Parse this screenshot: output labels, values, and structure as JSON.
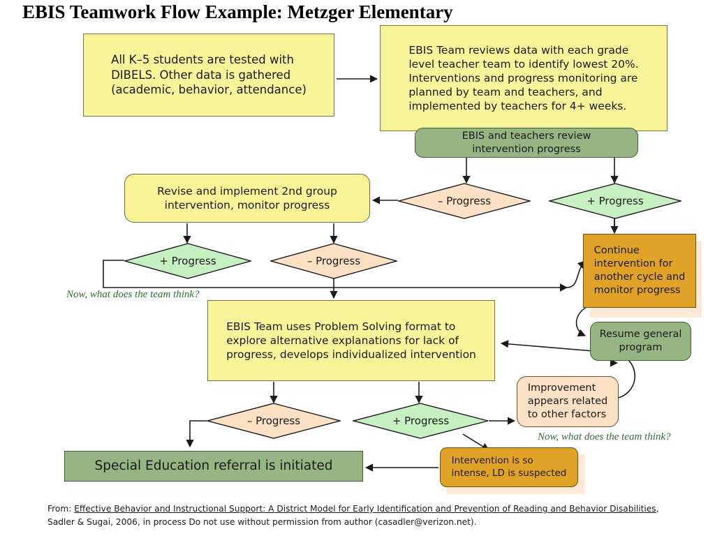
{
  "title": "EBIS Teamwork Flow Example: Metzger Elementary",
  "palette": {
    "yellow_fill": "#F7F49A",
    "green_fill": "#97B583",
    "gold_fill": "#E0A328",
    "peach_fill": "#FBE0C4",
    "mint_fill": "#C6F0C2",
    "annotation_green": "#2F6B33",
    "outline": "#333333"
  },
  "nodes": {
    "screening": {
      "label": "All K–5 students are tested with\nDIBELS. Other data is gathered\n(academic, behavior, attendance)",
      "shape": "rectangle",
      "color": "yellow"
    },
    "team_review": {
      "label": "EBIS Team reviews data with each grade\nlevel teacher team to identify lowest 20%.\nInterventions and progress monitoring are\nplanned by team and teachers, and\nimplemented by teachers for 4+ weeks.",
      "shape": "rectangle",
      "color": "yellow"
    },
    "review_progress": {
      "label": "EBIS and teachers review\nintervention progress",
      "shape": "rounded-rectangle",
      "color": "green"
    },
    "revise": {
      "label": "Revise and implement 2nd group\nintervention, monitor progress",
      "shape": "rounded-rectangle",
      "color": "yellow"
    },
    "continue_intervention": {
      "label": "Continue\nintervention for\nanother cycle and\nmonitor progress",
      "shape": "rectangle",
      "color": "gold"
    },
    "resume_general": {
      "label": "Resume general\nprogram",
      "shape": "rounded-rectangle",
      "color": "green"
    },
    "problem_solving": {
      "label": "EBIS Team uses Problem Solving format to\nexplore alternative explanations for lack of\nprogress, develops individualized intervention",
      "shape": "rectangle",
      "color": "yellow"
    },
    "improvement_other": {
      "label": "Improvement\nappears related\nto other factors",
      "shape": "rounded-rectangle",
      "color": "peach"
    },
    "ld_suspected": {
      "label": "Intervention is so\nintense, LD is suspected",
      "shape": "rounded-rectangle",
      "color": "gold"
    },
    "sped_referral": {
      "label": "Special Education referral is initiated",
      "shape": "rectangle",
      "color": "green"
    }
  },
  "decisions": [
    {
      "id": "d1-neg",
      "label": "– Progress",
      "color": "peach"
    },
    {
      "id": "d1-pos",
      "label": "+ Progress",
      "color": "mint"
    },
    {
      "id": "d2-pos",
      "label": "+ Progress",
      "color": "mint"
    },
    {
      "id": "d2-neg",
      "label": "– Progress",
      "color": "peach"
    },
    {
      "id": "d3-neg",
      "label": "– Progress",
      "color": "peach"
    },
    {
      "id": "d3-pos",
      "label": "+ Progress",
      "color": "mint"
    }
  ],
  "annotations": [
    {
      "id": "annot-upper",
      "text": "Now, what does the team think?"
    },
    {
      "id": "annot-lower",
      "text": "Now, what does the team think?"
    }
  ],
  "footer": {
    "prefix": "From: ",
    "title_underlined": "Effective Behavior and Instructional Support: A District Model for Early Identification and Prevention of Reading and Behavior Disabilities",
    "suffix": ", Sadler & Sugai, 2006, in process  Do not use without  permission from author (casadler@verizon.net)."
  }
}
